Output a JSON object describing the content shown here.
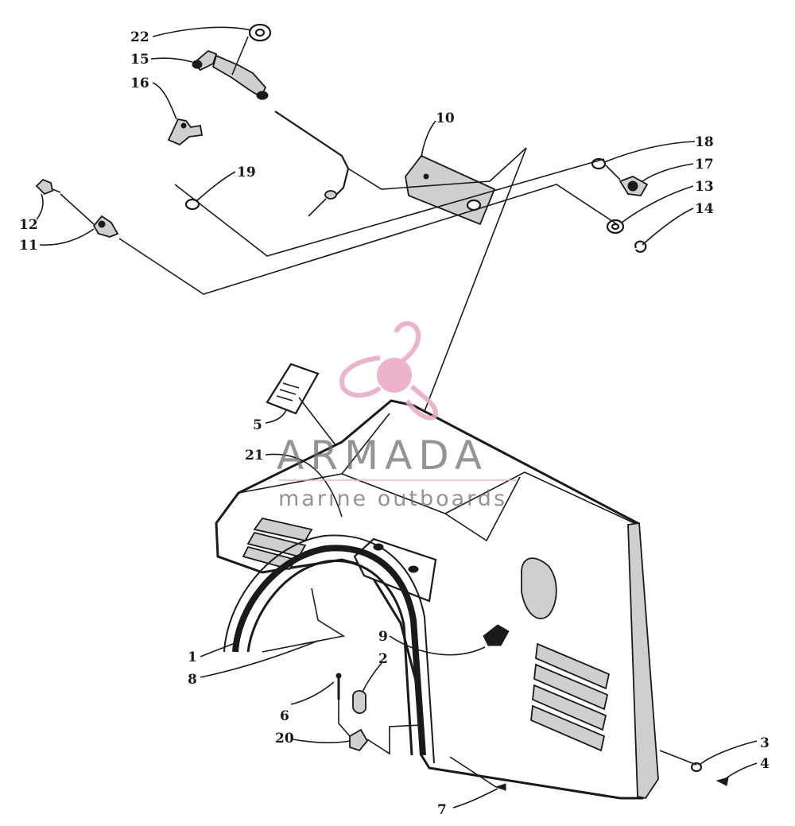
{
  "callouts": {
    "c1": "1",
    "c2": "2",
    "c3": "3",
    "c4": "4",
    "c5": "5",
    "c6": "6",
    "c7": "7",
    "c8": "8",
    "c9": "9",
    "c10": "10",
    "c11": "11",
    "c12": "12",
    "c13": "13",
    "c14": "14",
    "c15": "15",
    "c16": "16",
    "c17": "17",
    "c18": "18",
    "c19": "19",
    "c20": "20",
    "c21": "21",
    "c22": "22"
  },
  "watermark": {
    "brand": "ARMADA",
    "tagline": "marine outboards",
    "brand_color": "#6b6b6b",
    "logo_color": "#e8a6c4"
  },
  "colors": {
    "ink": "#1a1a1a",
    "background": "#ffffff"
  }
}
